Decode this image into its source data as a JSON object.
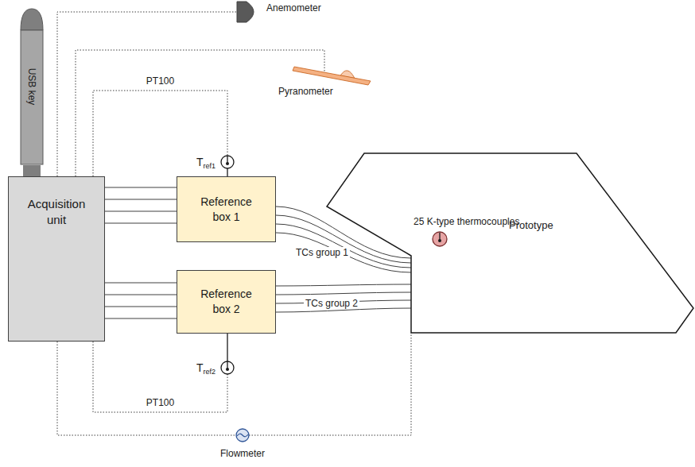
{
  "diagram": {
    "nodes": [
      {
        "text": [
          "USB key"
        ]
      },
      {
        "text": [
          "Acquisition unit"
        ]
      },
      {
        "text": [
          "Reference box 1"
        ]
      },
      {
        "text": [
          "Reference box 2"
        ]
      },
      {
        "text": [
          "Prototype"
        ]
      },
      {
        "text": [
          "25 K-type thermocouples"
        ],
        "in": 4
      },
      {
        "text": [
          "Anemometer"
        ]
      },
      {
        "text": [
          "Pyranometer"
        ]
      },
      {
        "text": [
          "T",
          "ref1"
        ]
      },
      {
        "text": [
          "T",
          "ref2"
        ]
      },
      {
        "text": [
          "Flowmeter"
        ]
      }
    ],
    "edges": [
      {
        "from": 1,
        "to": 0,
        "arrow": "none"
      },
      {
        "from": 1,
        "to": 2,
        "arrow": "none"
      },
      {
        "from": 1,
        "to": 3,
        "arrow": "none"
      },
      {
        "from": 2,
        "to": 4,
        "label": "TCs group 1",
        "arrow": "none"
      },
      {
        "from": 3,
        "to": 4,
        "label": "TCs group 2",
        "arrow": "none"
      },
      {
        "from": 1,
        "to": 6,
        "arrow": "none"
      },
      {
        "from": 1,
        "to": 7,
        "arrow": "none"
      },
      {
        "from": 1,
        "to": 8,
        "label": "PT100",
        "arrow": "none"
      },
      {
        "from": 1,
        "to": 9,
        "label": "PT100",
        "arrow": "none"
      },
      {
        "from": 1,
        "to": 10,
        "arrow": "none"
      },
      {
        "from": 10,
        "to": 4,
        "arrow": "none"
      },
      {
        "from": 8,
        "to": 2,
        "arrow": "none"
      },
      {
        "from": 9,
        "to": 3,
        "arrow": "none"
      }
    ]
  }
}
